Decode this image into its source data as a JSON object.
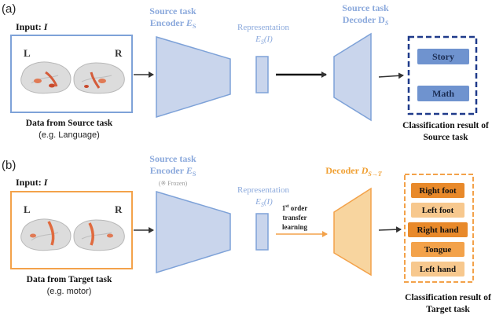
{
  "panel_a": {
    "panel_label": "(a)",
    "input": {
      "label": "Input:",
      "symbol": "I",
      "left": "L",
      "right": "R"
    },
    "data_caption": "Data from Source task",
    "data_example": "(e.g. Language)",
    "encoder": {
      "line1": "Source task",
      "line2": "Encoder",
      "symbol": "E",
      "subscript": "S"
    },
    "representation": {
      "label": "Representation",
      "expr": "E",
      "subscript": "S",
      "arg": "(I)"
    },
    "decoder": {
      "line1": "Source task",
      "line2": "Decoder",
      "symbol": "D",
      "subscript": "S"
    },
    "classes": [
      "Story",
      "Math"
    ],
    "result_line1": "Classification result of",
    "result_line2": "Source task"
  },
  "panel_b": {
    "panel_label": "(b)",
    "input": {
      "label": "Input:",
      "symbol": "I",
      "left": "L",
      "right": "R"
    },
    "data_caption": "Data from Target task",
    "data_example": "(e.g. motor)",
    "encoder": {
      "line1": "Source task",
      "line2": "Encoder",
      "symbol": "E",
      "subscript": "S",
      "note": "(※ Frozen)"
    },
    "representation": {
      "label": "Representation",
      "expr": "E",
      "subscript": "S",
      "arg": "(I)"
    },
    "transfer": {
      "sup": "st",
      "line1": "1",
      "line1_rest": "order",
      "line2": "transfer",
      "line3": "learning"
    },
    "decoder": {
      "label": "Decoder",
      "symbol": "D",
      "subscript": "S→T"
    },
    "classes": [
      "Right foot",
      "Left foot",
      "Right hand",
      "Tongue",
      "Left hand"
    ],
    "result_line1": "Classification result of",
    "result_line2": "Target task"
  },
  "colors": {
    "blue_box": "#7ea2d8",
    "blue_shape": "#c9d5ec",
    "blue_text": "#8ba9dc",
    "navy": "#1f3a8a",
    "class_blue": "#6f93cf",
    "orange": "#f3a24a",
    "orange_shape": "#f8d59f",
    "orange_text": "#f0a033",
    "orange_dark": "#e8892a",
    "orange_light": "#f7c88e",
    "arrow": "#333333"
  }
}
